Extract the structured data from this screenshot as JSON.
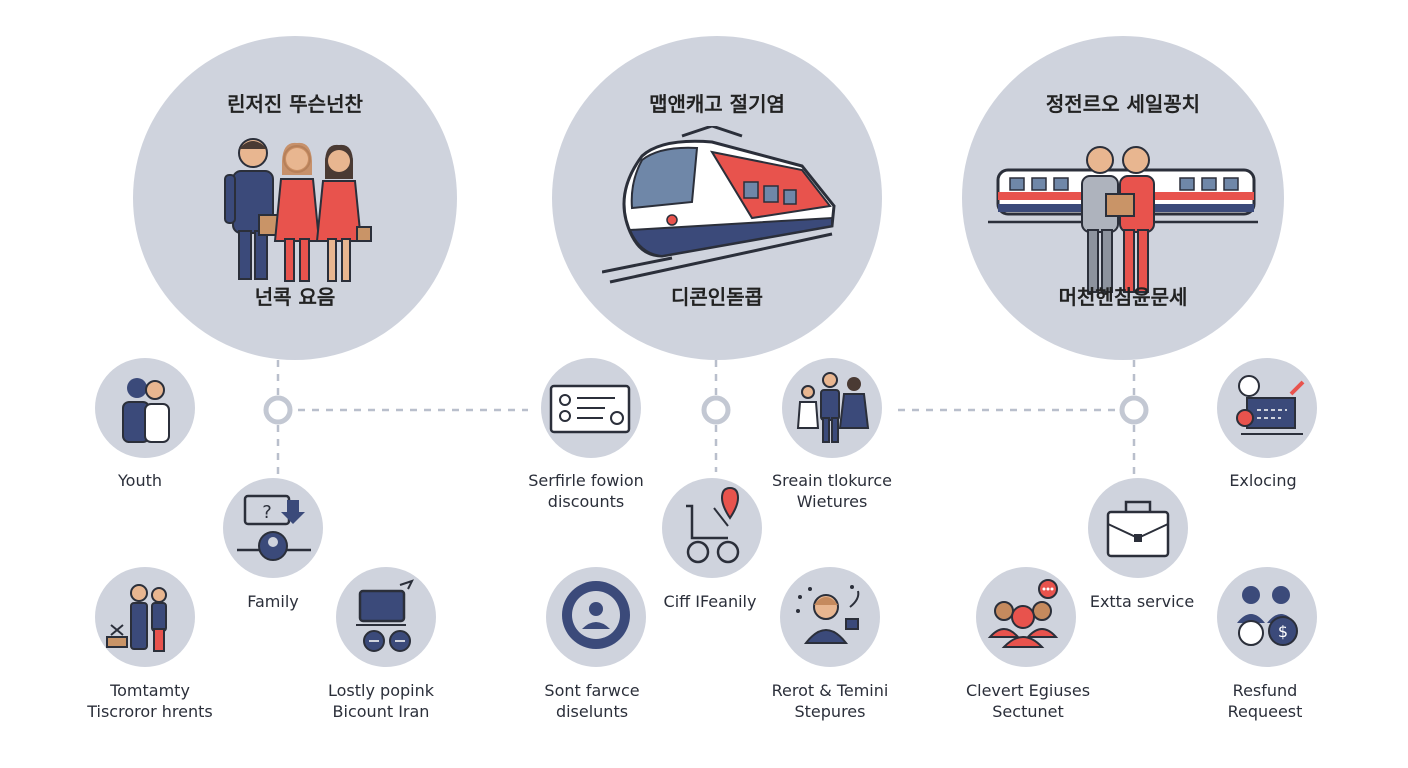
{
  "hubs": [
    {
      "title": "린저진 뚜슨넌찬",
      "subtitle": "넌콕 요음",
      "icon": "family-icon"
    },
    {
      "title": "맵앤캐고 절기염",
      "subtitle": "디콘인돋콥",
      "icon": "train-icon"
    },
    {
      "title": "정전르오 세일꽁치",
      "subtitle": "머천헨침윤문세",
      "icon": "couple-train-icon"
    }
  ],
  "items": [
    {
      "lines": [
        "Youth"
      ],
      "icon": "couple-icon"
    },
    {
      "lines": [
        "Family"
      ],
      "icon": "question-arrow-person-icon"
    },
    {
      "lines": [
        "Tomtamty",
        "Tiscroror hrents"
      ],
      "icon": "family-luggage-icon"
    },
    {
      "lines": [
        "Lostly popink",
        "Bicount Iran"
      ],
      "icon": "tablet-bike-icon"
    },
    {
      "lines": [
        "Serfirle fowion",
        "discounts"
      ],
      "icon": "id-card-icon"
    },
    {
      "lines": [
        "Sont farwce",
        "diselunts"
      ],
      "icon": "user-badge-icon"
    },
    {
      "lines": [
        "Ciff IFeanily"
      ],
      "icon": "wheelchair-location-icon"
    },
    {
      "lines": [
        "Sreain tlokurce",
        "Wietures"
      ],
      "icon": "family-group-icon"
    },
    {
      "lines": [
        "Rerot & Temini",
        "Stepures"
      ],
      "icon": "reporter-icon"
    },
    {
      "lines": [
        "Exlocing"
      ],
      "icon": "map-edit-icon"
    },
    {
      "lines": [
        "Extta service"
      ],
      "icon": "briefcase-icon"
    },
    {
      "lines": [
        "Clevert Egiuses",
        "Sectunet"
      ],
      "icon": "group-chat-icon"
    },
    {
      "lines": [
        "Resfund",
        "Requeest"
      ],
      "icon": "refund-people-icon"
    }
  ],
  "colors": {
    "circle": "#cfd3dd",
    "navy": "#3b4a7a",
    "red": "#e8534d",
    "line": "#b9bfcc",
    "tan": "#c99467"
  }
}
